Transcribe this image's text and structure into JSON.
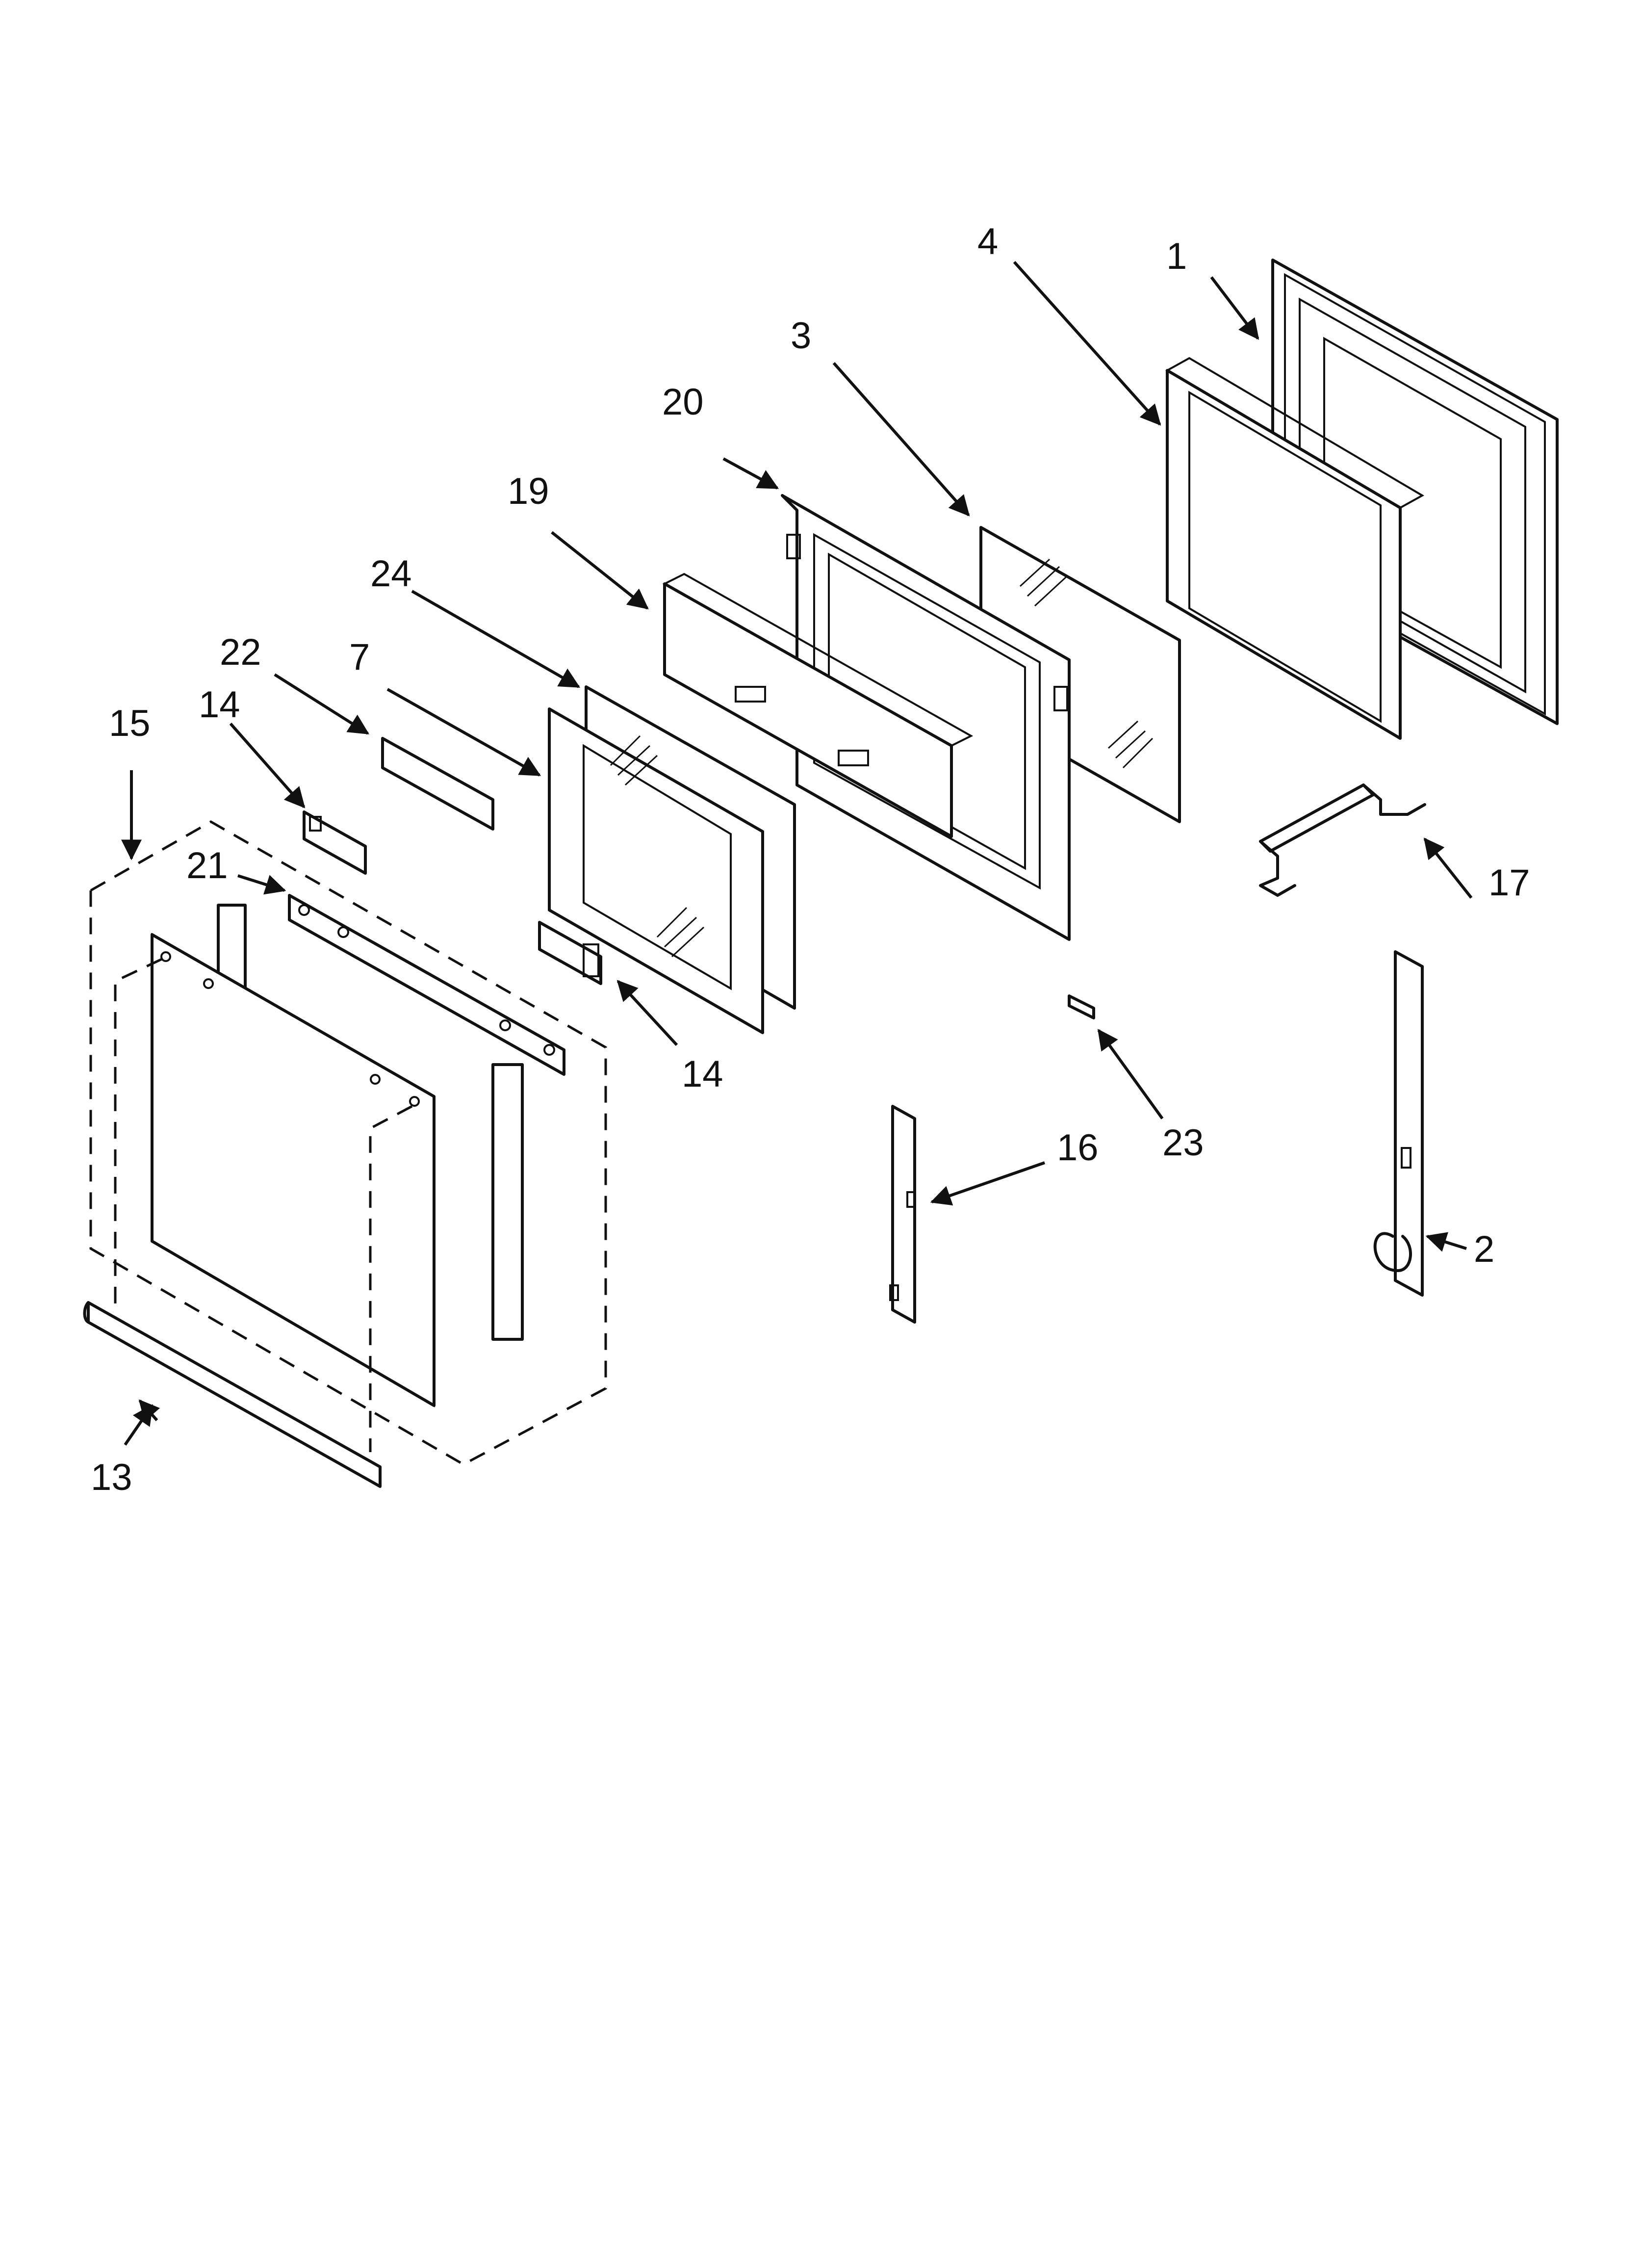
{
  "diagram": {
    "callouts": [
      {
        "id": "c1",
        "label": "1"
      },
      {
        "id": "c2",
        "label": "2"
      },
      {
        "id": "c3",
        "label": "3"
      },
      {
        "id": "c4",
        "label": "4"
      },
      {
        "id": "c7",
        "label": "7"
      },
      {
        "id": "c13",
        "label": "13"
      },
      {
        "id": "c14a",
        "label": "14"
      },
      {
        "id": "c14b",
        "label": "14"
      },
      {
        "id": "c15",
        "label": "15"
      },
      {
        "id": "c16",
        "label": "16"
      },
      {
        "id": "c17",
        "label": "17"
      },
      {
        "id": "c19",
        "label": "19"
      },
      {
        "id": "c20",
        "label": "20"
      },
      {
        "id": "c21",
        "label": "21"
      },
      {
        "id": "c22",
        "label": "22"
      },
      {
        "id": "c23",
        "label": "23"
      },
      {
        "id": "c24",
        "label": "24"
      }
    ]
  }
}
